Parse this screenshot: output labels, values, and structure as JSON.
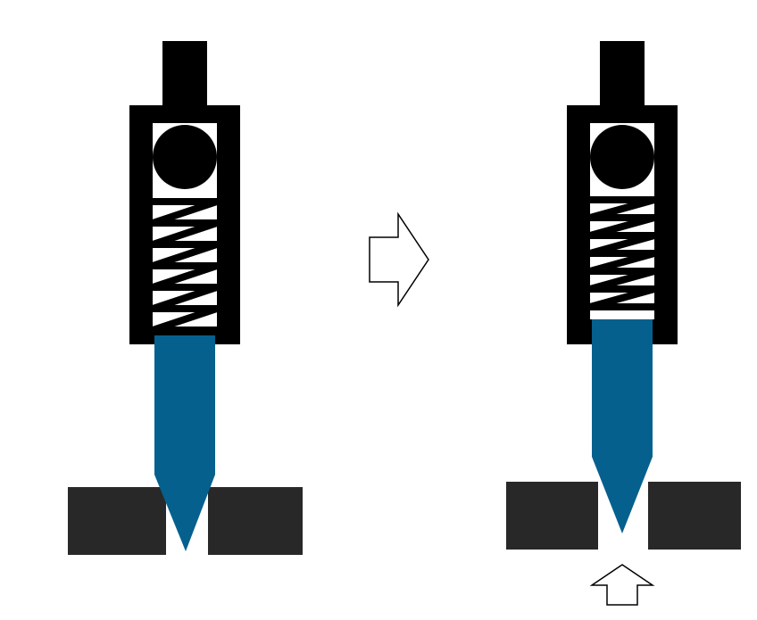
{
  "diagram": {
    "states": [
      {
        "name": "before-state",
        "pin_position": "extended",
        "spring": "relaxed"
      },
      {
        "name": "after-state",
        "pin_position": "retracted",
        "spring": "compressed"
      }
    ],
    "transition_arrow": "right-arrow-icon",
    "push_arrow": "up-arrow-icon",
    "colors": {
      "housing": "#000000",
      "ball": "#000000",
      "spring_bg": "#ffffff",
      "spring_coil": "#000000",
      "pin": "#05608e",
      "blocks": "#282828",
      "arrow_fill": "#ffffff",
      "arrow_stroke": "#000000"
    }
  }
}
